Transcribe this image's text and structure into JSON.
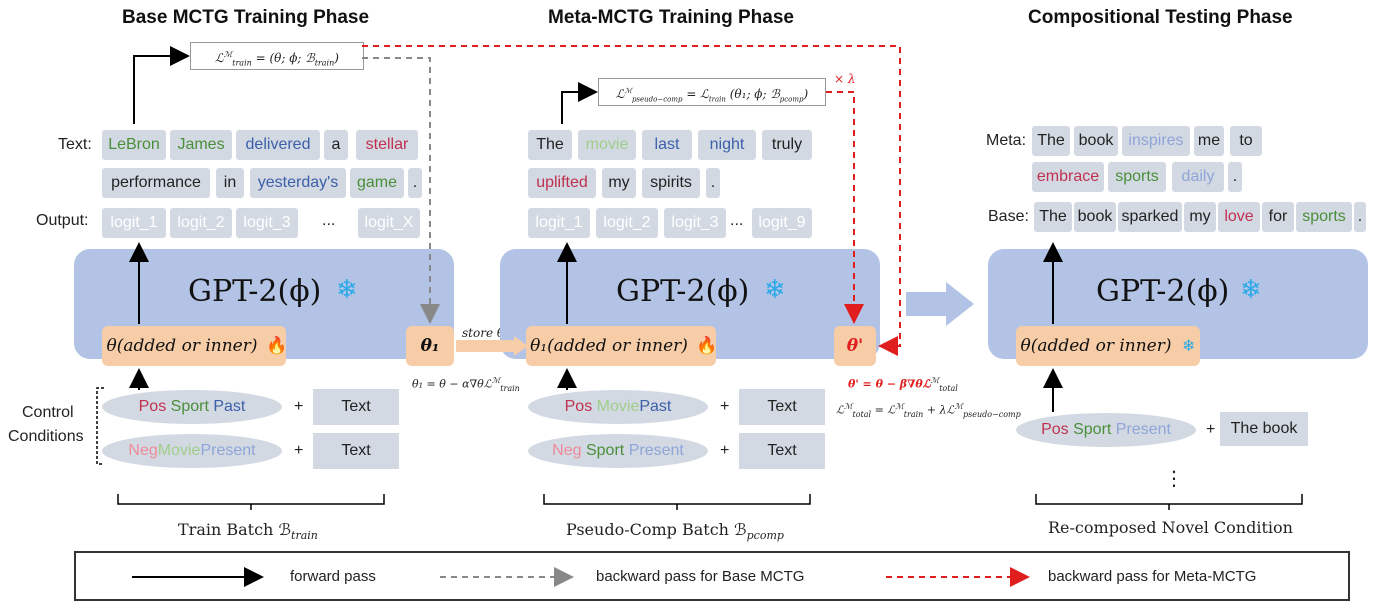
{
  "phases": {
    "base": "Base MCTG Training Phase",
    "meta": "Meta-MCTG Training Phase",
    "test": "Compositional Testing Phase"
  },
  "base": {
    "text_label": "Text:",
    "output_label": "Output:",
    "tokens_row1": [
      "LeBron",
      "James",
      "delivered",
      "a",
      "stellar"
    ],
    "tokens_row2": [
      "performance",
      "in",
      "yesterday's",
      "game",
      "."
    ],
    "logits": [
      "logit_1",
      "logit_2",
      "logit_3",
      "...",
      "logit_X"
    ],
    "gpt": "GPT-2(ϕ)",
    "theta": "θ(added or inner)",
    "control_label_1": "Control",
    "control_label_2": "Conditions",
    "cond1": [
      "Pos",
      "Sport",
      "Past"
    ],
    "cond2": [
      "Neg",
      "Movie",
      "Present"
    ],
    "plus": "+",
    "text_box": "Text",
    "batch": "Train Batch ℬ",
    "batch_sub": "train",
    "loss_box": "ℒ",
    "loss_box_rest": " = (θ; ϕ; ℬ",
    "loss_sup": "ℳ",
    "loss_sub": "train",
    "loss_close": ")"
  },
  "mid": {
    "theta1": "θ₁",
    "store": "store θ₁",
    "update": "θ₁ = θ − α∇θℒ",
    "update_sup": "ℳ",
    "update_sub": "train"
  },
  "meta": {
    "tokens_row1": [
      "The",
      "movie",
      "last",
      "night",
      "truly"
    ],
    "tokens_row2": [
      "uplifted",
      "my",
      "spirits",
      "."
    ],
    "logits": [
      "logit_1",
      "logit_2",
      "logit_3",
      "...",
      "logit_9"
    ],
    "gpt": "GPT-2(ϕ)",
    "theta": "θ₁(added or inner)",
    "cond1": [
      "Pos",
      "Movie",
      "Past"
    ],
    "cond2": [
      "Neg",
      "Sport",
      "Present"
    ],
    "plus": "+",
    "text_box": "Text",
    "batch": "Pseudo-Comp Batch ℬ",
    "batch_sub": "pcomp",
    "loss_box": "ℒ",
    "loss_sup": "ℳ",
    "loss_sub": "pseudo−comp",
    "loss_rest": " = ℒ",
    "loss_rest_sub": "train",
    "loss_args": " (θ₁; ϕ; ℬ",
    "loss_args_sub": "pcomp",
    "loss_close": ")",
    "lambda": "× λ",
    "theta_prime": "θ'",
    "update1": "θ' = θ − β∇θℒ",
    "update1_sup": "ℳ",
    "update1_sub": "total",
    "update2": "ℒ",
    "update2_sup": "ℳ",
    "update2_sub": "total",
    "update2_rest": " = ℒ",
    "update2_rest_sup": "ℳ",
    "update2_rest_sub": "train",
    "update2_plus": " + λℒ",
    "update2_plus_sup": "ℳ",
    "update2_plus_sub": "pseudo−comp"
  },
  "test": {
    "meta_label": "Meta:",
    "base_label": "Base:",
    "meta_row1": [
      "The",
      "book",
      "inspires",
      "me",
      "to"
    ],
    "meta_row2": [
      "embrace",
      "sports",
      "daily",
      "."
    ],
    "base_row": [
      "The",
      "book",
      "sparked",
      "my",
      "love",
      "for",
      "sports",
      "."
    ],
    "gpt": "GPT-2(ϕ)",
    "theta": "θ(added or inner)",
    "cond": [
      "Pos",
      "Sport",
      "Present"
    ],
    "plus": "+",
    "text_box": "The book",
    "dots": "⋮",
    "batch": "Re-composed Novel Condition"
  },
  "legend": {
    "forward": "forward pass",
    "backward_base": "backward pass for Base MCTG",
    "backward_meta": "backward pass for Meta-MCTG"
  },
  "colors": {
    "gpt_block": "#b3c3e6",
    "theta_block": "#f7cda8",
    "token_bg": "#d3d9e3",
    "meta_arrow": "#e01e1e",
    "base_arrow": "#888888",
    "snowflake": "#29a9e8",
    "fire": "#e8321e"
  }
}
